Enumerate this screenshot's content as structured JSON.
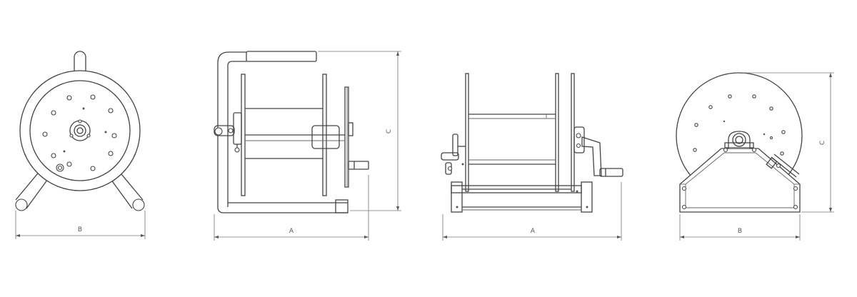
{
  "views": [
    {
      "name": "front-view",
      "dimension_labels": {
        "width": "B"
      }
    },
    {
      "name": "side-view",
      "dimension_labels": {
        "width": "A",
        "height": "C"
      }
    },
    {
      "name": "rear-view",
      "dimension_labels": {
        "width": "A"
      }
    },
    {
      "name": "back-view",
      "dimension_labels": {
        "width": "B",
        "height": "C"
      }
    }
  ],
  "colors": {
    "line": "#444444",
    "dimension": "#777777",
    "background": "#ffffff"
  }
}
